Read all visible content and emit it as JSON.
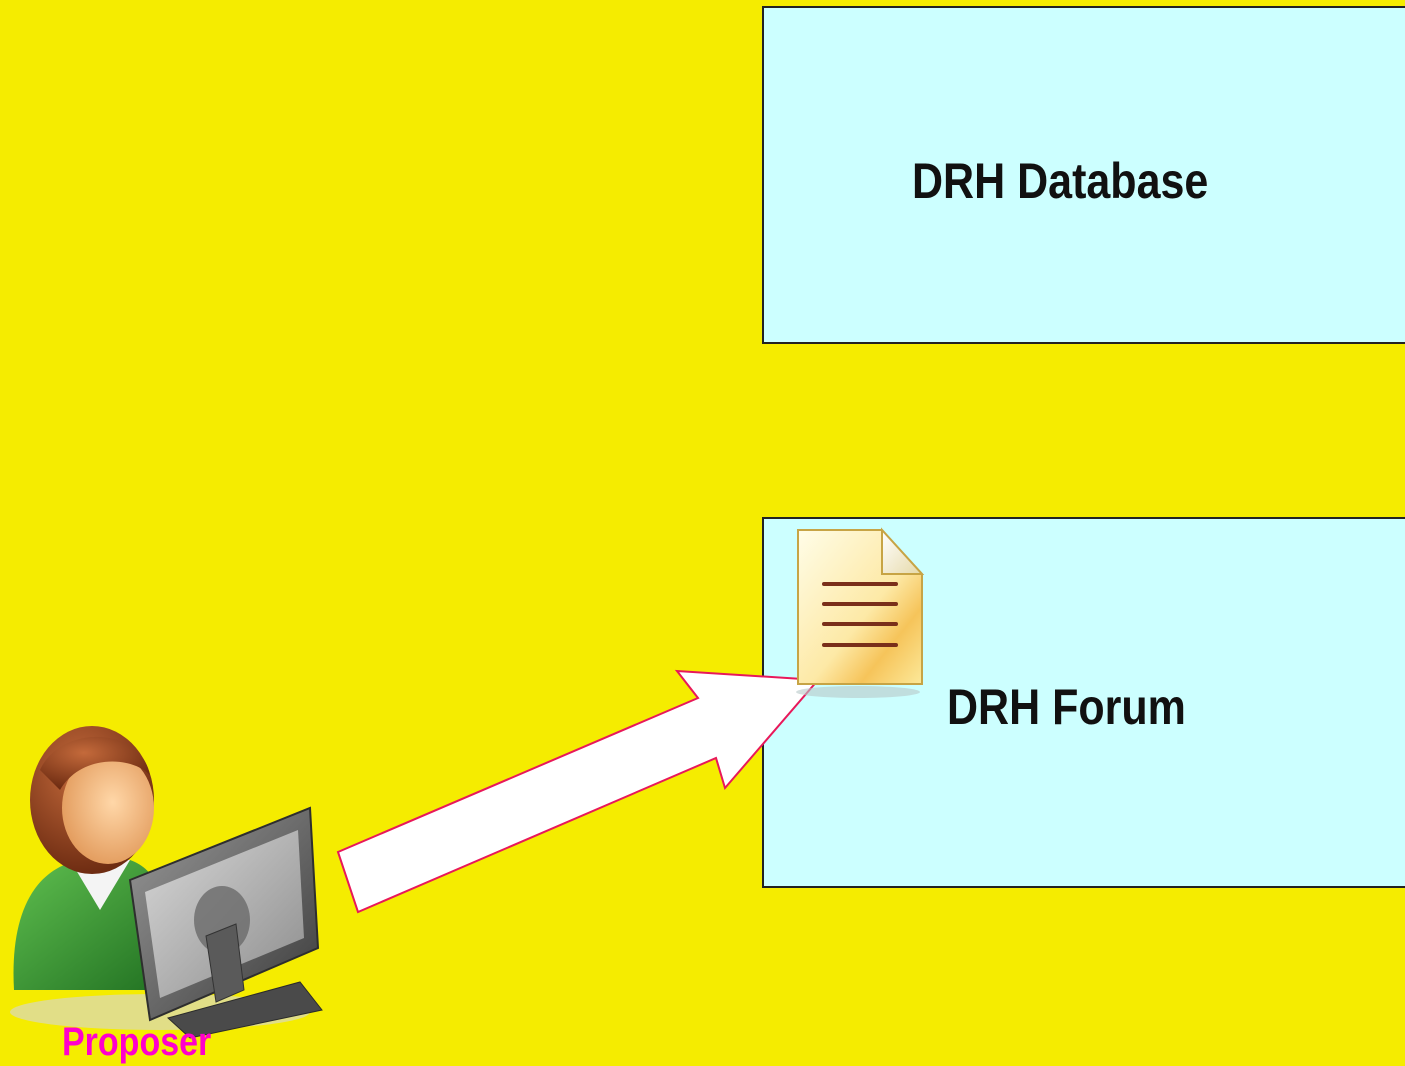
{
  "diagram": {
    "background_color": "#f5ec00",
    "box_color": "#ccffff",
    "nodes": {
      "database": {
        "label": "DRH Database"
      },
      "forum": {
        "label": "DRH Forum",
        "icon": "document-icon"
      },
      "proposer": {
        "label": "Proposer",
        "icon": "user-computer-icon",
        "label_color": "#ff00cc"
      }
    },
    "edges": [
      {
        "from": "proposer",
        "to": "forum",
        "style": "block-arrow",
        "fill": "#ffffff",
        "stroke": "#e8185a"
      }
    ]
  }
}
